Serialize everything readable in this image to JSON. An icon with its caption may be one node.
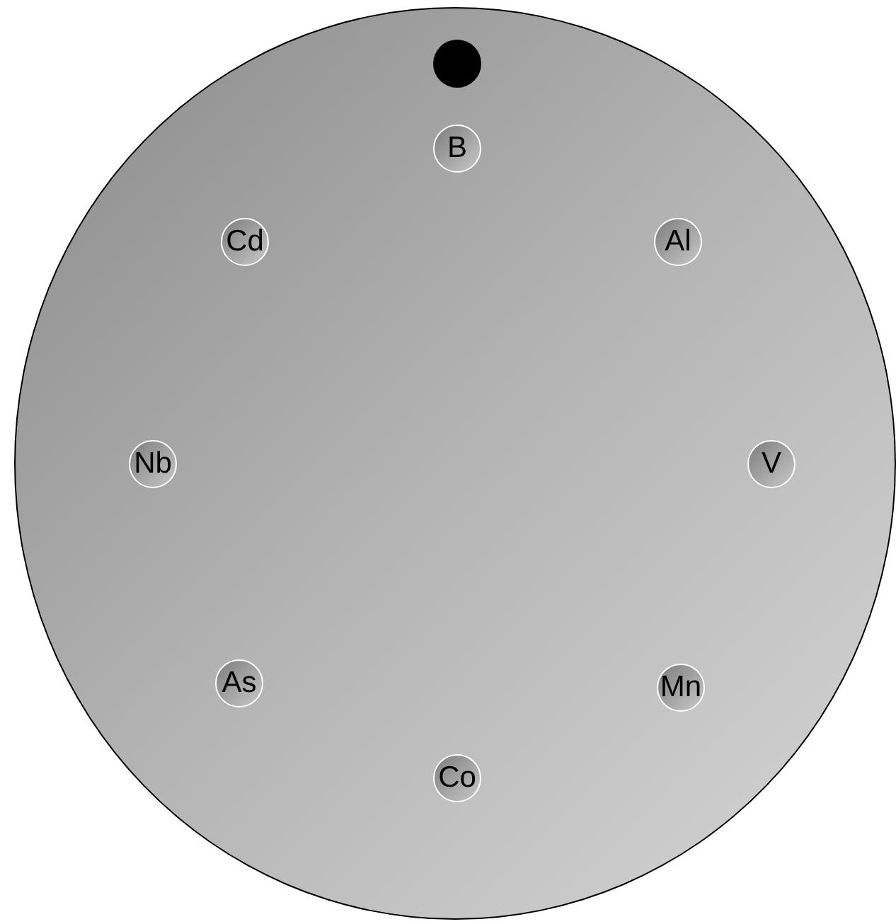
{
  "diagram": {
    "nodes": [
      {
        "text": [],
        "shape": "circle"
      },
      {
        "text": [],
        "shape": "circle",
        "in": 0
      },
      {
        "text": [
          "B"
        ],
        "in": 0
      },
      {
        "text": [
          "Cd"
        ],
        "in": 0
      },
      {
        "text": [
          "Al"
        ],
        "in": 0
      },
      {
        "text": [
          "Nb"
        ],
        "in": 0
      },
      {
        "text": [
          "V"
        ],
        "in": 0
      },
      {
        "text": [
          "As"
        ],
        "in": 0
      },
      {
        "text": [
          "Mn"
        ],
        "in": 0
      },
      {
        "text": [
          "Co"
        ],
        "in": 0
      }
    ]
  }
}
